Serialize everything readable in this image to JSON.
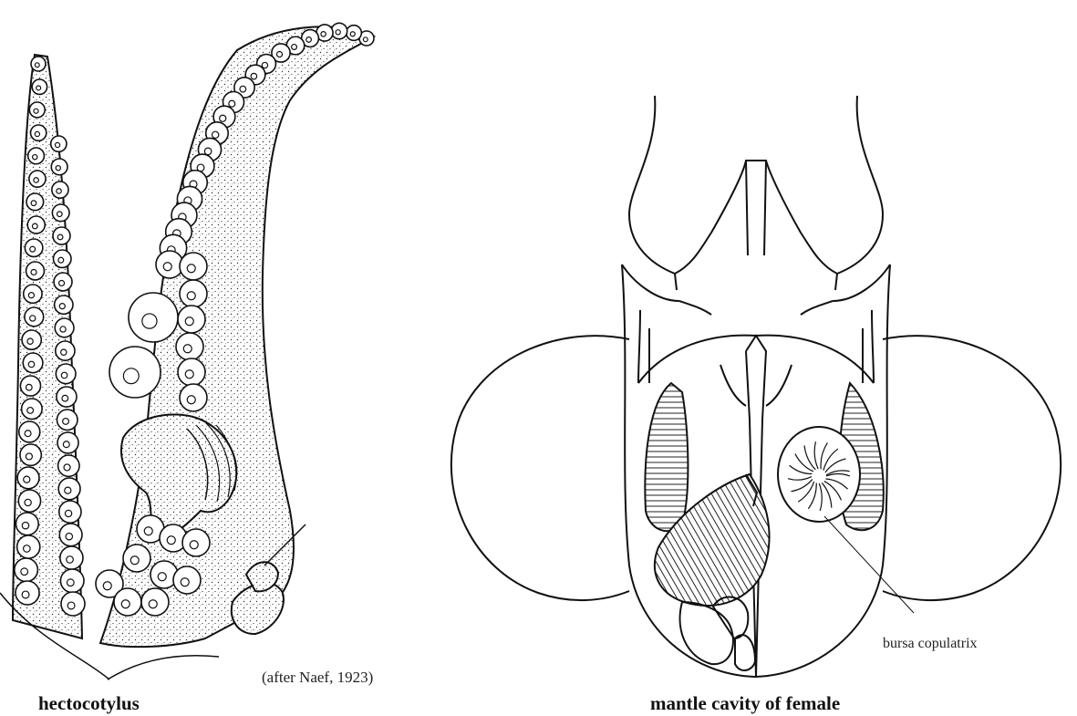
{
  "panels": {
    "left": {
      "caption": "hectocotylus",
      "credit": "(after Naef, 1923)"
    },
    "right": {
      "caption": "mantle cavity of female",
      "label": "bursa copulatrix"
    }
  },
  "colors": {
    "ink": "#111111",
    "stipple": "#3a3a3a",
    "background": "#ffffff"
  }
}
